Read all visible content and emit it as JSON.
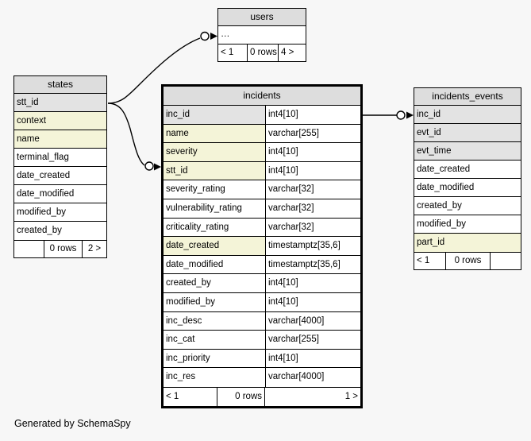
{
  "diagram": {
    "caption": "Generated by SchemaSpy",
    "background": "#f7f7f7",
    "pk_color": "#e3e3e3",
    "fk_color": "#f4f4d8",
    "header_color": "#dddddd",
    "line_color": "#000000"
  },
  "tables": {
    "users": {
      "title": "users",
      "columns": [
        {
          "name": "…",
          "type": "",
          "kind": "plain"
        }
      ],
      "footer": {
        "prev": "< 1",
        "rows": "0 rows",
        "next": "4 >"
      }
    },
    "states": {
      "title": "states",
      "columns": [
        {
          "name": "stt_id",
          "type": "",
          "kind": "pk"
        },
        {
          "name": "context",
          "type": "",
          "kind": "fk"
        },
        {
          "name": "name",
          "type": "",
          "kind": "fk"
        },
        {
          "name": "terminal_flag",
          "type": "",
          "kind": "plain"
        },
        {
          "name": "date_created",
          "type": "",
          "kind": "plain"
        },
        {
          "name": "date_modified",
          "type": "",
          "kind": "plain"
        },
        {
          "name": "modified_by",
          "type": "",
          "kind": "plain"
        },
        {
          "name": "created_by",
          "type": "",
          "kind": "plain"
        }
      ],
      "footer": {
        "prev": "",
        "rows": "0 rows",
        "next": "2 >"
      }
    },
    "incidents": {
      "title": "incidents",
      "columns": [
        {
          "name": "inc_id",
          "type": "int4[10]",
          "kind": "pk"
        },
        {
          "name": "name",
          "type": "varchar[255]",
          "kind": "fk"
        },
        {
          "name": "severity",
          "type": "int4[10]",
          "kind": "fk"
        },
        {
          "name": "stt_id",
          "type": "int4[10]",
          "kind": "fk"
        },
        {
          "name": "severity_rating",
          "type": "varchar[32]",
          "kind": "plain"
        },
        {
          "name": "vulnerability_rating",
          "type": "varchar[32]",
          "kind": "plain"
        },
        {
          "name": "criticality_rating",
          "type": "varchar[32]",
          "kind": "plain"
        },
        {
          "name": "date_created",
          "type": "timestamptz[35,6]",
          "kind": "fk"
        },
        {
          "name": "date_modified",
          "type": "timestamptz[35,6]",
          "kind": "plain"
        },
        {
          "name": "created_by",
          "type": "int4[10]",
          "kind": "plain"
        },
        {
          "name": "modified_by",
          "type": "int4[10]",
          "kind": "plain"
        },
        {
          "name": "inc_desc",
          "type": "varchar[4000]",
          "kind": "plain"
        },
        {
          "name": "inc_cat",
          "type": "varchar[255]",
          "kind": "plain"
        },
        {
          "name": "inc_priority",
          "type": "int4[10]",
          "kind": "plain"
        },
        {
          "name": "inc_res",
          "type": "varchar[4000]",
          "kind": "plain"
        }
      ],
      "footer": {
        "prev": "< 1",
        "rows": "0 rows",
        "next": "1 >"
      }
    },
    "incidents_events": {
      "title": "incidents_events",
      "columns": [
        {
          "name": "inc_id",
          "type": "",
          "kind": "pk"
        },
        {
          "name": "evt_id",
          "type": "",
          "kind": "pk"
        },
        {
          "name": "evt_time",
          "type": "",
          "kind": "pk"
        },
        {
          "name": "date_created",
          "type": "",
          "kind": "plain"
        },
        {
          "name": "date_modified",
          "type": "",
          "kind": "plain"
        },
        {
          "name": "created_by",
          "type": "",
          "kind": "plain"
        },
        {
          "name": "modified_by",
          "type": "",
          "kind": "plain"
        },
        {
          "name": "part_id",
          "type": "",
          "kind": "fk"
        }
      ],
      "footer": {
        "prev": "< 1",
        "rows": "0 rows",
        "next": ""
      }
    }
  },
  "relationships": [
    {
      "name": "states-to-users",
      "from": "states.stt_id",
      "to": "users"
    },
    {
      "name": "states-to-incidents",
      "from": "states.stt_id",
      "to": "incidents.stt_id"
    },
    {
      "name": "incidents-to-incidents-events",
      "from": "incidents.inc_id",
      "to": "incidents_events.inc_id"
    }
  ]
}
